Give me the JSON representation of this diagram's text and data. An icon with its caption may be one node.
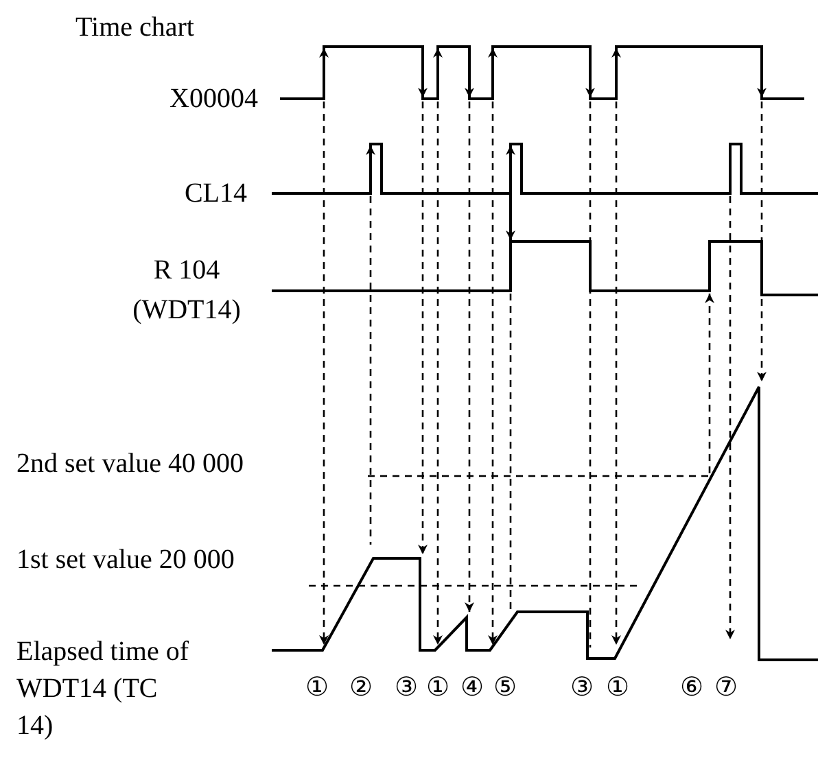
{
  "diagram": {
    "title": "Time chart",
    "labels": [
      "X00004",
      "CL14",
      "R 104 (WDT14)",
      "2nd set value 40 000",
      "1st set value 20 000",
      "Elapsed time of WDT14 (TC 14)",
      "①",
      "②",
      "③",
      "①",
      "④",
      "⑤",
      "③",
      "①",
      "⑥",
      "⑦"
    ]
  }
}
